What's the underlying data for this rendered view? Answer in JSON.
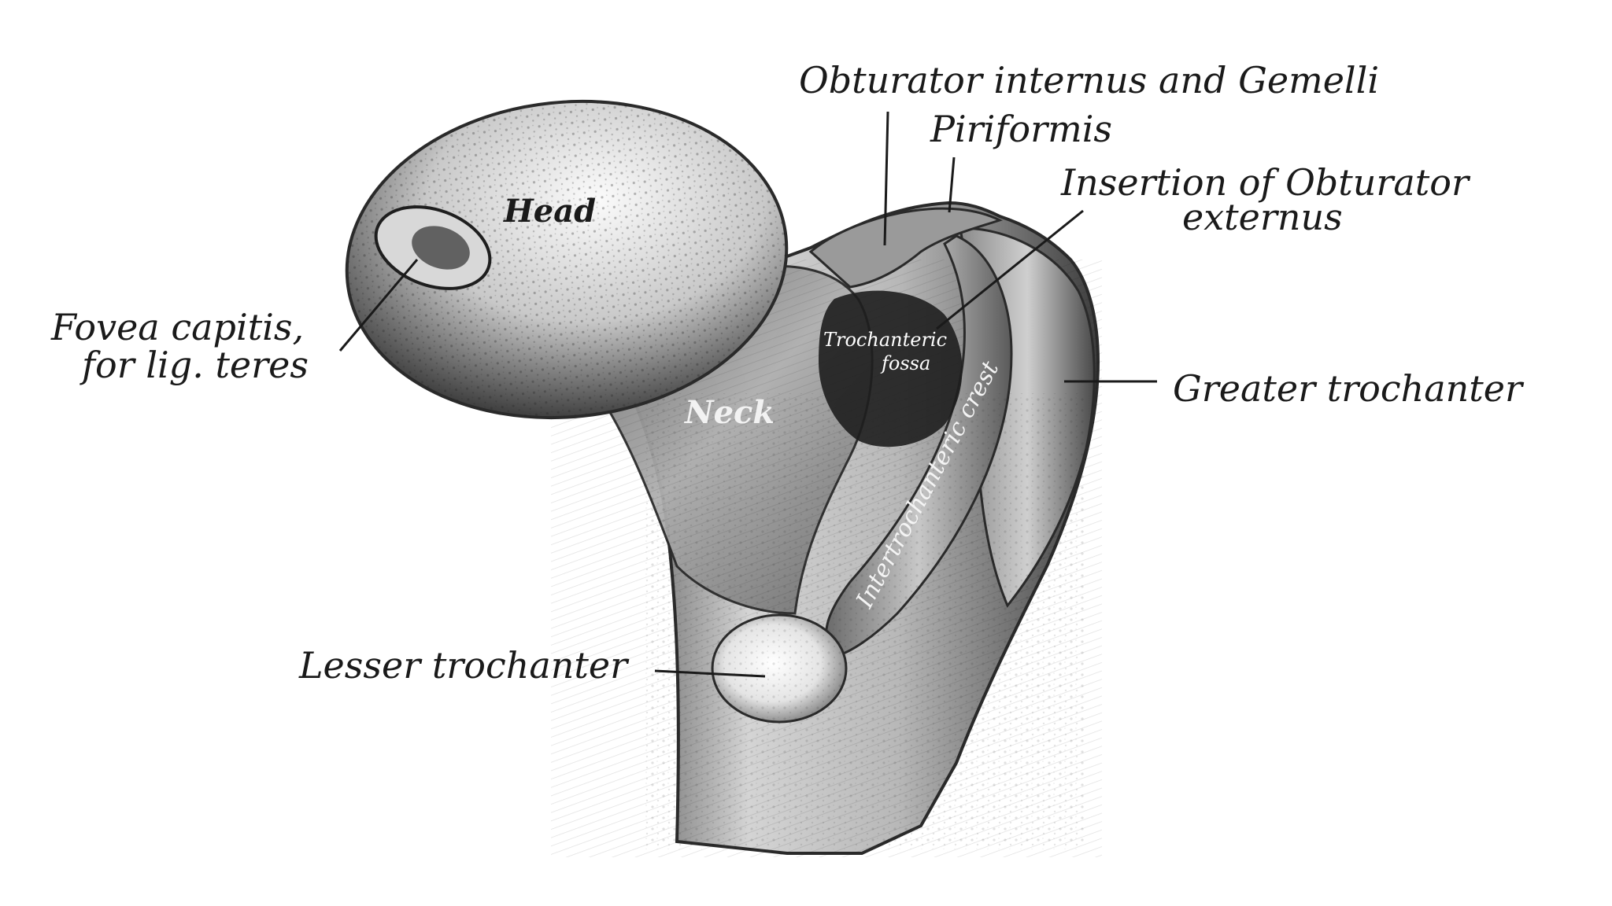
{
  "labels": {
    "obturator_internus": "Obturator internus and Gemelli",
    "piriformis": "Piriformis",
    "insertion_line1": "Insertion of Obturator",
    "insertion_line2": "externus",
    "fovea_line1": "Fovea capitis,",
    "fovea_line2": "for lig. teres",
    "greater_trochanter": "Greater trochanter",
    "lesser_trochanter": "Lesser trochanter",
    "head": "Head",
    "neck": "Neck",
    "trochanteric_fossa_line1": "Trochanteric",
    "trochanteric_fossa_line2": "fossa",
    "intertrochanteric_crest": "Intertrochanteric crest"
  },
  "colors": {
    "background": "#ffffff",
    "ink": "#1a1a1a",
    "bone_light": "#e6e6e6",
    "bone_mid": "#a8a8a8",
    "bone_dark": "#3a3a3a"
  }
}
